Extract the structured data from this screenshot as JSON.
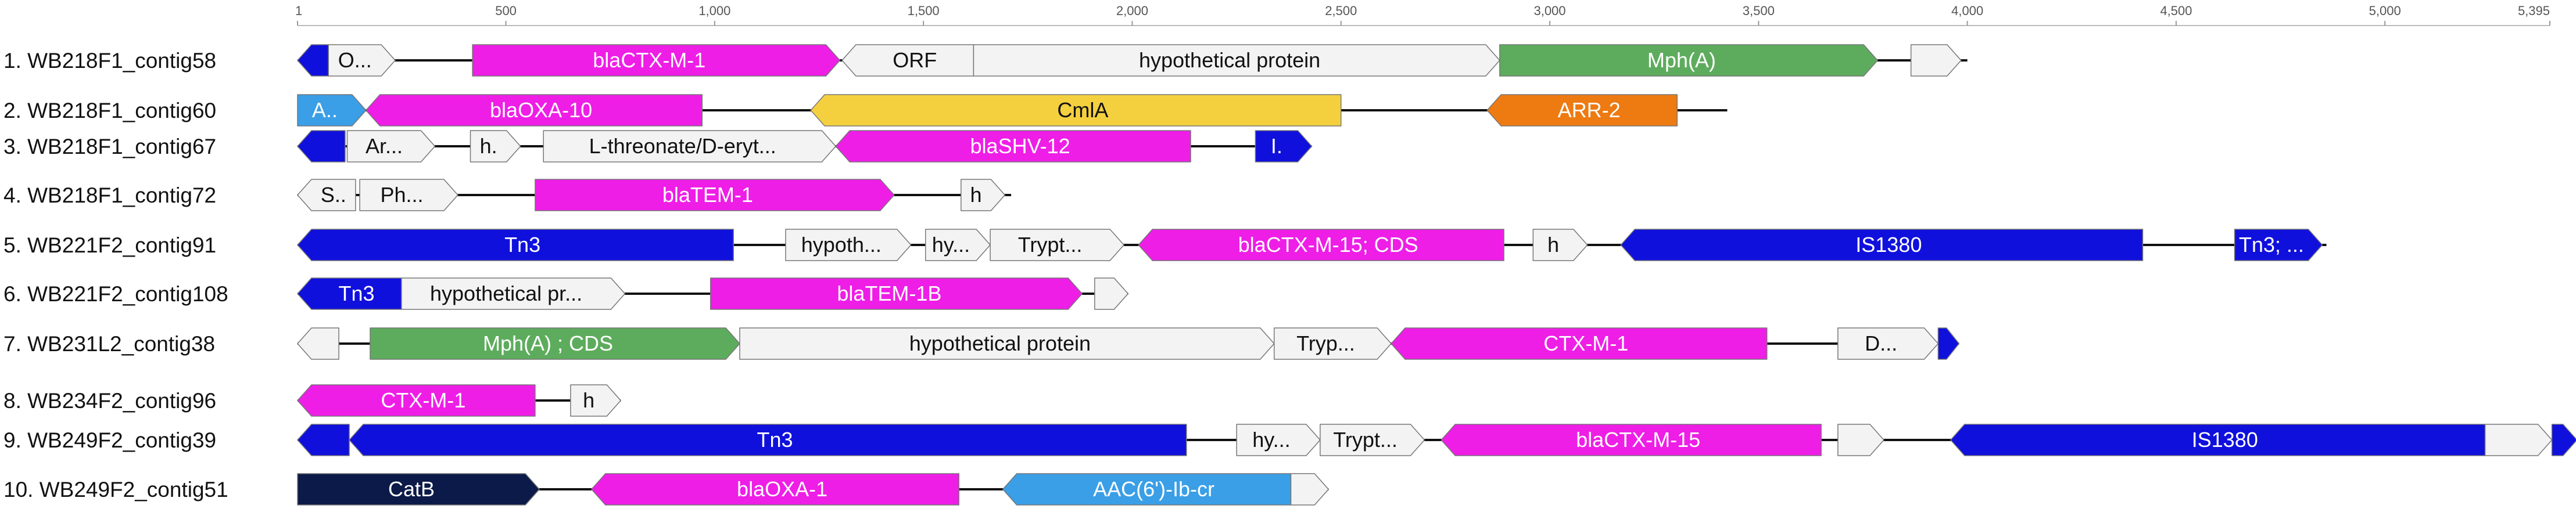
{
  "ruler": {
    "ticks": [
      {
        "pos": 1,
        "label": "1"
      },
      {
        "pos": 500,
        "label": "500"
      },
      {
        "pos": 1000,
        "label": "1,000"
      },
      {
        "pos": 1500,
        "label": "1,500"
      },
      {
        "pos": 2000,
        "label": "2,000"
      },
      {
        "pos": 2500,
        "label": "2,500"
      },
      {
        "pos": 3000,
        "label": "3,000"
      },
      {
        "pos": 3500,
        "label": "3,500"
      },
      {
        "pos": 4000,
        "label": "4,000"
      },
      {
        "pos": 4500,
        "label": "4,500"
      },
      {
        "pos": 5000,
        "label": "5,000"
      },
      {
        "pos": 5395,
        "label": "5,395"
      }
    ]
  },
  "colors": {
    "white": "#f3f3f3",
    "magenta": "#ee1ee6",
    "green": "#5dac5d",
    "blue": "#1010dd",
    "lightblue": "#3a9fe6",
    "yellow": "#f4d03f",
    "orange": "#ee7a12",
    "navy": "#0b1a48"
  },
  "rows": [
    {
      "label": "1. WB218F1_contig58",
      "line": [
        1,
        4000
      ],
      "features": [
        {
          "s": 1,
          "e": 75,
          "dir": "rev",
          "color": "blue",
          "text": ""
        },
        {
          "s": 75,
          "e": 235,
          "dir": "fwd",
          "color": "white",
          "text": "O..."
        },
        {
          "s": 420,
          "e": 1300,
          "dir": "fwd",
          "color": "magenta",
          "text": "blaCTX-M-1"
        },
        {
          "s": 1305,
          "e": 1620,
          "dir": "rev",
          "color": "white",
          "text": "ORF"
        },
        {
          "s": 1620,
          "e": 2880,
          "dir": "fwd",
          "color": "white",
          "text": "hypothetical protein"
        },
        {
          "s": 2880,
          "e": 3785,
          "dir": "fwd",
          "color": "green",
          "text": "Mph(A)"
        },
        {
          "s": 3865,
          "e": 3985,
          "dir": "fwd",
          "color": "white",
          "text": ""
        }
      ]
    },
    {
      "label": "2. WB218F1_contig60",
      "line": [
        1,
        3425
      ],
      "features": [
        {
          "s": 1,
          "e": 165,
          "dir": "fwd",
          "color": "lightblue",
          "text": "A.."
        },
        {
          "s": 165,
          "e": 970,
          "dir": "rev",
          "color": "magenta",
          "text": "blaOXA-10"
        },
        {
          "s": 1230,
          "e": 2500,
          "dir": "rev",
          "color": "yellow",
          "text": "CmlA"
        },
        {
          "s": 2850,
          "e": 3305,
          "dir": "rev",
          "color": "orange",
          "text": "ARR-2"
        }
      ]
    },
    {
      "label": "3. WB218F1_contig67",
      "line": [
        1,
        2430
      ],
      "features": [
        {
          "s": 1,
          "e": 115,
          "dir": "rev",
          "color": "blue",
          "text": ""
        },
        {
          "s": 120,
          "e": 330,
          "dir": "fwd",
          "color": "white",
          "text": "Ar..."
        },
        {
          "s": 415,
          "e": 535,
          "dir": "fwd",
          "color": "white",
          "text": "h."
        },
        {
          "s": 590,
          "e": 1290,
          "dir": "fwd",
          "color": "white",
          "text": "L-threonate/D-eryt..."
        },
        {
          "s": 1290,
          "e": 2140,
          "dir": "rev",
          "color": "magenta",
          "text": "blaSHV-12"
        },
        {
          "s": 2295,
          "e": 2430,
          "dir": "fwd",
          "color": "blue",
          "text": "I."
        }
      ]
    },
    {
      "label": "4. WB218F1_contig72",
      "line": [
        1,
        1710
      ],
      "features": [
        {
          "s": 1,
          "e": 140,
          "dir": "rev",
          "color": "white",
          "text": "S.."
        },
        {
          "s": 150,
          "e": 385,
          "dir": "fwd",
          "color": "white",
          "text": "Ph..."
        },
        {
          "s": 570,
          "e": 1430,
          "dir": "fwd",
          "color": "magenta",
          "text": "blaTEM-1"
        },
        {
          "s": 1590,
          "e": 1695,
          "dir": "fwd",
          "color": "white",
          "text": "h"
        }
      ]
    },
    {
      "label": "5. WB221F2_contig91",
      "line": [
        1,
        4860
      ],
      "features": [
        {
          "s": 1,
          "e": 1045,
          "dir": "rev",
          "color": "blue",
          "text": "Tn3"
        },
        {
          "s": 1170,
          "e": 1470,
          "dir": "fwd",
          "color": "white",
          "text": "hypoth..."
        },
        {
          "s": 1505,
          "e": 1660,
          "dir": "fwd",
          "color": "white",
          "text": "hy..."
        },
        {
          "s": 1660,
          "e": 1980,
          "dir": "fwd",
          "color": "white",
          "text": "Trypt..."
        },
        {
          "s": 2015,
          "e": 2890,
          "dir": "rev",
          "color": "magenta",
          "text": "blaCTX-M-15; CDS"
        },
        {
          "s": 2960,
          "e": 3090,
          "dir": "fwd",
          "color": "white",
          "text": "h"
        },
        {
          "s": 3170,
          "e": 4420,
          "dir": "rev",
          "color": "blue",
          "text": "IS1380"
        },
        {
          "s": 4640,
          "e": 4850,
          "dir": "fwd",
          "color": "blue",
          "text": "Tn3; ..."
        }
      ]
    },
    {
      "label": "6. WB221F2_contig108",
      "line": [
        1,
        1990
      ],
      "features": [
        {
          "s": 1,
          "e": 250,
          "dir": "rev",
          "color": "blue",
          "text": "Tn3"
        },
        {
          "s": 250,
          "e": 785,
          "dir": "fwd",
          "color": "white",
          "text": "hypothetical pr..."
        },
        {
          "s": 990,
          "e": 1880,
          "dir": "fwd",
          "color": "magenta",
          "text": "blaTEM-1B"
        },
        {
          "s": 1910,
          "e": 1990,
          "dir": "fwd",
          "color": "white",
          "text": ""
        }
      ]
    },
    {
      "label": "7. WB231L2_contig38",
      "line": [
        1,
        3980
      ],
      "features": [
        {
          "s": 1,
          "e": 100,
          "dir": "rev",
          "color": "white",
          "text": ""
        },
        {
          "s": 175,
          "e": 1060,
          "dir": "fwd",
          "color": "green",
          "text": "Mph(A) ; CDS"
        },
        {
          "s": 1060,
          "e": 2340,
          "dir": "fwd",
          "color": "white",
          "text": "hypothetical protein"
        },
        {
          "s": 2340,
          "e": 2620,
          "dir": "fwd",
          "color": "white",
          "text": "Tryp..."
        },
        {
          "s": 2620,
          "e": 3520,
          "dir": "rev",
          "color": "magenta",
          "text": "CTX-M-1"
        },
        {
          "s": 3690,
          "e": 3930,
          "dir": "fwd",
          "color": "white",
          "text": "D..."
        },
        {
          "s": 3930,
          "e": 3980,
          "dir": "fwd",
          "color": "blue",
          "text": ""
        }
      ]
    },
    {
      "label": "8. WB234F2_contig96",
      "line": [
        1,
        775
      ],
      "features": [
        {
          "s": 1,
          "e": 570,
          "dir": "rev",
          "color": "magenta",
          "text": "CTX-M-1"
        },
        {
          "s": 655,
          "e": 775,
          "dir": "fwd",
          "color": "white",
          "text": "h"
        }
      ]
    },
    {
      "label": "9. WB249F2_contig39",
      "line": [
        1,
        5395
      ],
      "features": [
        {
          "s": 1,
          "e": 125,
          "dir": "rev",
          "color": "blue",
          "text": ""
        },
        {
          "s": 125,
          "e": 2130,
          "dir": "rev",
          "color": "blue",
          "text": "Tn3"
        },
        {
          "s": 2250,
          "e": 2450,
          "dir": "fwd",
          "color": "white",
          "text": "hy..."
        },
        {
          "s": 2450,
          "e": 2700,
          "dir": "fwd",
          "color": "white",
          "text": "Trypt..."
        },
        {
          "s": 2740,
          "e": 3650,
          "dir": "rev",
          "color": "magenta",
          "text": "blaCTX-M-15"
        },
        {
          "s": 3690,
          "e": 3800,
          "dir": "fwd",
          "color": "white",
          "text": ""
        },
        {
          "s": 3960,
          "e": 5240,
          "dir": "rev",
          "color": "blue",
          "text": "IS1380"
        },
        {
          "s": 5240,
          "e": 5400,
          "dir": "fwd",
          "color": "white",
          "text": ""
        },
        {
          "s": 5400,
          "e": 5460,
          "dir": "fwd",
          "color": "blue",
          "text": ""
        }
      ]
    },
    {
      "label": "10. WB249F2_contig51",
      "line": [
        1,
        2470
      ],
      "features": [
        {
          "s": 1,
          "e": 580,
          "dir": "fwd",
          "color": "navy",
          "text": "CatB"
        },
        {
          "s": 705,
          "e": 1585,
          "dir": "rev",
          "color": "magenta",
          "text": "blaOXA-1"
        },
        {
          "s": 1690,
          "e": 2380,
          "dir": "rev",
          "color": "lightblue",
          "text": "AAC(6')-Ib-cr"
        },
        {
          "s": 2380,
          "e": 2470,
          "dir": "fwd",
          "color": "white",
          "text": ""
        }
      ]
    }
  ]
}
